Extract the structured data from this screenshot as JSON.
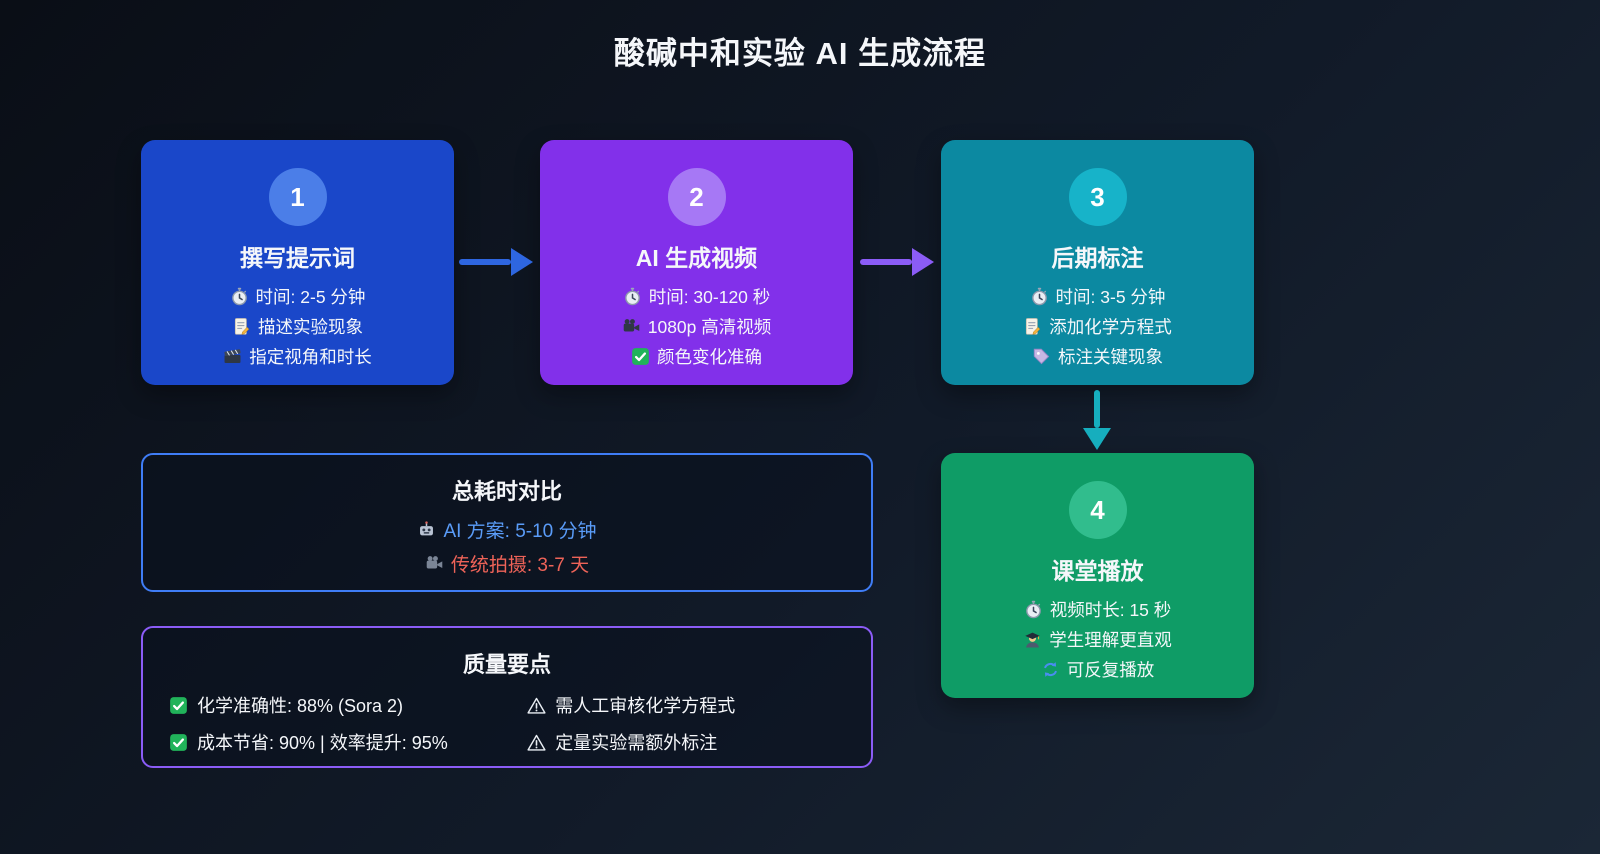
{
  "page": {
    "title": "酸碱中和实验 AI 生成流程",
    "background_color": "#111a28"
  },
  "steps": [
    {
      "number": "1",
      "title": "撰写提示词",
      "card_color": "#1a47c9",
      "badge_color": "#4b7ee8",
      "lines": [
        {
          "icon": "stopwatch-icon",
          "text": "时间: 2-5 分钟"
        },
        {
          "icon": "memo-icon",
          "text": "描述实验现象"
        },
        {
          "icon": "clapperboard-icon",
          "text": "指定视角和时长"
        }
      ]
    },
    {
      "number": "2",
      "title": "AI 生成视频",
      "card_color": "#8230ea",
      "badge_color": "#a678f5",
      "lines": [
        {
          "icon": "stopwatch-icon",
          "text": "时间: 30-120 秒"
        },
        {
          "icon": "movie-camera-icon",
          "text": "1080p 高清视频"
        },
        {
          "icon": "check-icon",
          "text": "颜色变化准确"
        }
      ]
    },
    {
      "number": "3",
      "title": "后期标注",
      "card_color": "#0c89a1",
      "badge_color": "#17b3c9",
      "lines": [
        {
          "icon": "stopwatch-icon",
          "text": "时间: 3-5 分钟"
        },
        {
          "icon": "memo-icon",
          "text": "添加化学方程式"
        },
        {
          "icon": "tag-icon",
          "text": "标注关键现象"
        }
      ]
    },
    {
      "number": "4",
      "title": "课堂播放",
      "card_color": "#0f9c66",
      "badge_color": "#31bd8d",
      "lines": [
        {
          "icon": "stopwatch-icon",
          "text": "视频时长: 15 秒"
        },
        {
          "icon": "student-icon",
          "text": "学生理解更直观"
        },
        {
          "icon": "repeat-icon",
          "text": "可反复播放"
        }
      ]
    }
  ],
  "arrows": [
    {
      "from": "1",
      "to": "2",
      "direction": "right",
      "color": "#2e66e0"
    },
    {
      "from": "2",
      "to": "3",
      "direction": "right",
      "color": "#8b5cf6"
    },
    {
      "from": "3",
      "to": "4",
      "direction": "down",
      "color": "#16aebe"
    }
  ],
  "time_comparison": {
    "title": "总耗时对比",
    "border_color": "#3f7df6",
    "lines": [
      {
        "icon": "robot-icon",
        "text": "AI 方案: 5-10 分钟",
        "color": "#5a9cf8"
      },
      {
        "icon": "video-camera-icon",
        "text": "传统拍摄: 3-7 天",
        "color": "#ee6358"
      }
    ]
  },
  "quality_points": {
    "title": "质量要点",
    "border_color": "#8b5cf6",
    "left_column": [
      {
        "icon": "check-icon",
        "text": "化学准确性: 88% (Sora 2)"
      },
      {
        "icon": "check-icon",
        "text": "成本节省: 90% | 效率提升: 95%"
      }
    ],
    "right_column": [
      {
        "icon": "warning-icon",
        "text": "需人工审核化学方程式"
      },
      {
        "icon": "warning-icon",
        "text": "定量实验需额外标注"
      }
    ]
  }
}
